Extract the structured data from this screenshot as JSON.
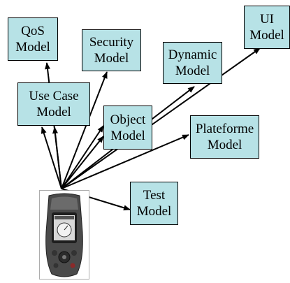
{
  "nodes": {
    "qos": "QoS\nModel",
    "security": "Security\nModel",
    "dynamic": "Dynamic\nModel",
    "ui": "UI\nModel",
    "usecase": "Use Case\nModel",
    "object": "Object\nModel",
    "plateforme": "Plateforme\nModel",
    "test": "Test\nModel"
  },
  "colors": {
    "box_fill": "#b7e2e6",
    "box_border": "#000000",
    "arrow": "#000000"
  },
  "icons": {
    "source": "gps-device-icon"
  }
}
